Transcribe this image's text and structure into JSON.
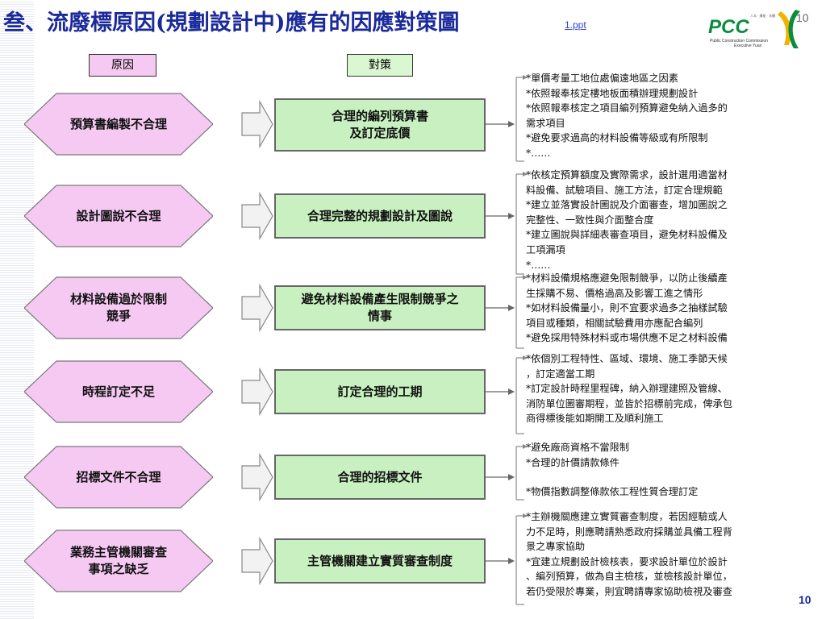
{
  "title": "叁、流廢標原因(規劃設計中)應有的因應對策圖",
  "file_link": "1.ppt",
  "logo": {
    "text": "PCC",
    "tagline": "人本 · 廉能 · 永續",
    "sub_line1": "Public Construction Commission",
    "sub_line2": "Executive Yuan",
    "page_top": "10"
  },
  "headers": {
    "cause": "原因",
    "countermeasure": "對策"
  },
  "rows": [
    {
      "cause": [
        "預算書編製不合理"
      ],
      "plan": [
        "合理的編列預算書",
        "及訂定底價"
      ],
      "notes": [
        "*單價考量工地位處偏遠地區之因素",
        " *依照報奉核定樓地板面積辦理規劃設計",
        " *依照報奉核定之項目編列預算避免納入過多的",
        "   需求項目",
        " *避免要求過高的材料設備等級或有所限制",
        " *……"
      ]
    },
    {
      "cause": [
        "設計圖說不合理"
      ],
      "plan": [
        "合理完整的規劃設計及圖說"
      ],
      "notes": [
        "*依核定預算額度及實際需求，設計選用適當材",
        "   料設備、試驗項目、施工方法，訂定合理規範",
        " *建立並落實設計圖說及介面審查，增加圖說之",
        "   完整性、一致性與介面整合度",
        " *建立圖說與詳細表審查項目，避免材料設備及",
        "   工項漏項",
        "*……"
      ]
    },
    {
      "cause": [
        "材料設備過於限制",
        "競爭"
      ],
      "plan": [
        "避免材料設備產生限制競爭之",
        "情事"
      ],
      "notes": [
        " *材料設備規格應避免限制競爭，以防止後續產",
        "   生採購不易、價格過高及影響工進之情形",
        " *如材料設備量小，則不宜要求過多之抽樣試驗",
        "   項目或種類，相關試驗費用亦應配合編列",
        " *避免採用特殊材料或市場供應不足之材料設備"
      ]
    },
    {
      "cause": [
        "時程訂定不足"
      ],
      "plan": [
        "訂定合理的工期"
      ],
      "notes": [
        "*依個別工程特性、區域、環境、施工季節天候",
        "  ，訂定適當工期",
        " *訂定設計時程里程碑，納入辦理建照及管線、",
        "  消防單位圖審期程，並皆於招標前完成，俾承包",
        "  商得標後能如期開工及順利施工"
      ]
    },
    {
      "cause": [
        "招標文件不合理"
      ],
      "plan": [
        "合理的招標文件"
      ],
      "notes": [
        " *避免廠商資格不當限制",
        " *合理的計價請款條件",
        "",
        " *物價指數調整條款依工程性質合理訂定"
      ]
    },
    {
      "cause": [
        "業務主管機關審查",
        "事項之缺乏"
      ],
      "plan": [
        "主管機關建立實質審查制度"
      ],
      "notes": [
        " *主辦機關應建立實質審查制度，若因經驗或人",
        "  力不足時，則應聘請熟悉政府採購並具備工程背",
        "  景之專家協助",
        " *宜建立規劃設計檢核表，要求設計單位於設計",
        "  、編列預算，做為自主檢核，並檢核設計單位，",
        "  若仍受限於專業，則宜聘請專家協助檢視及審查"
      ]
    }
  ],
  "page_number": "10"
}
